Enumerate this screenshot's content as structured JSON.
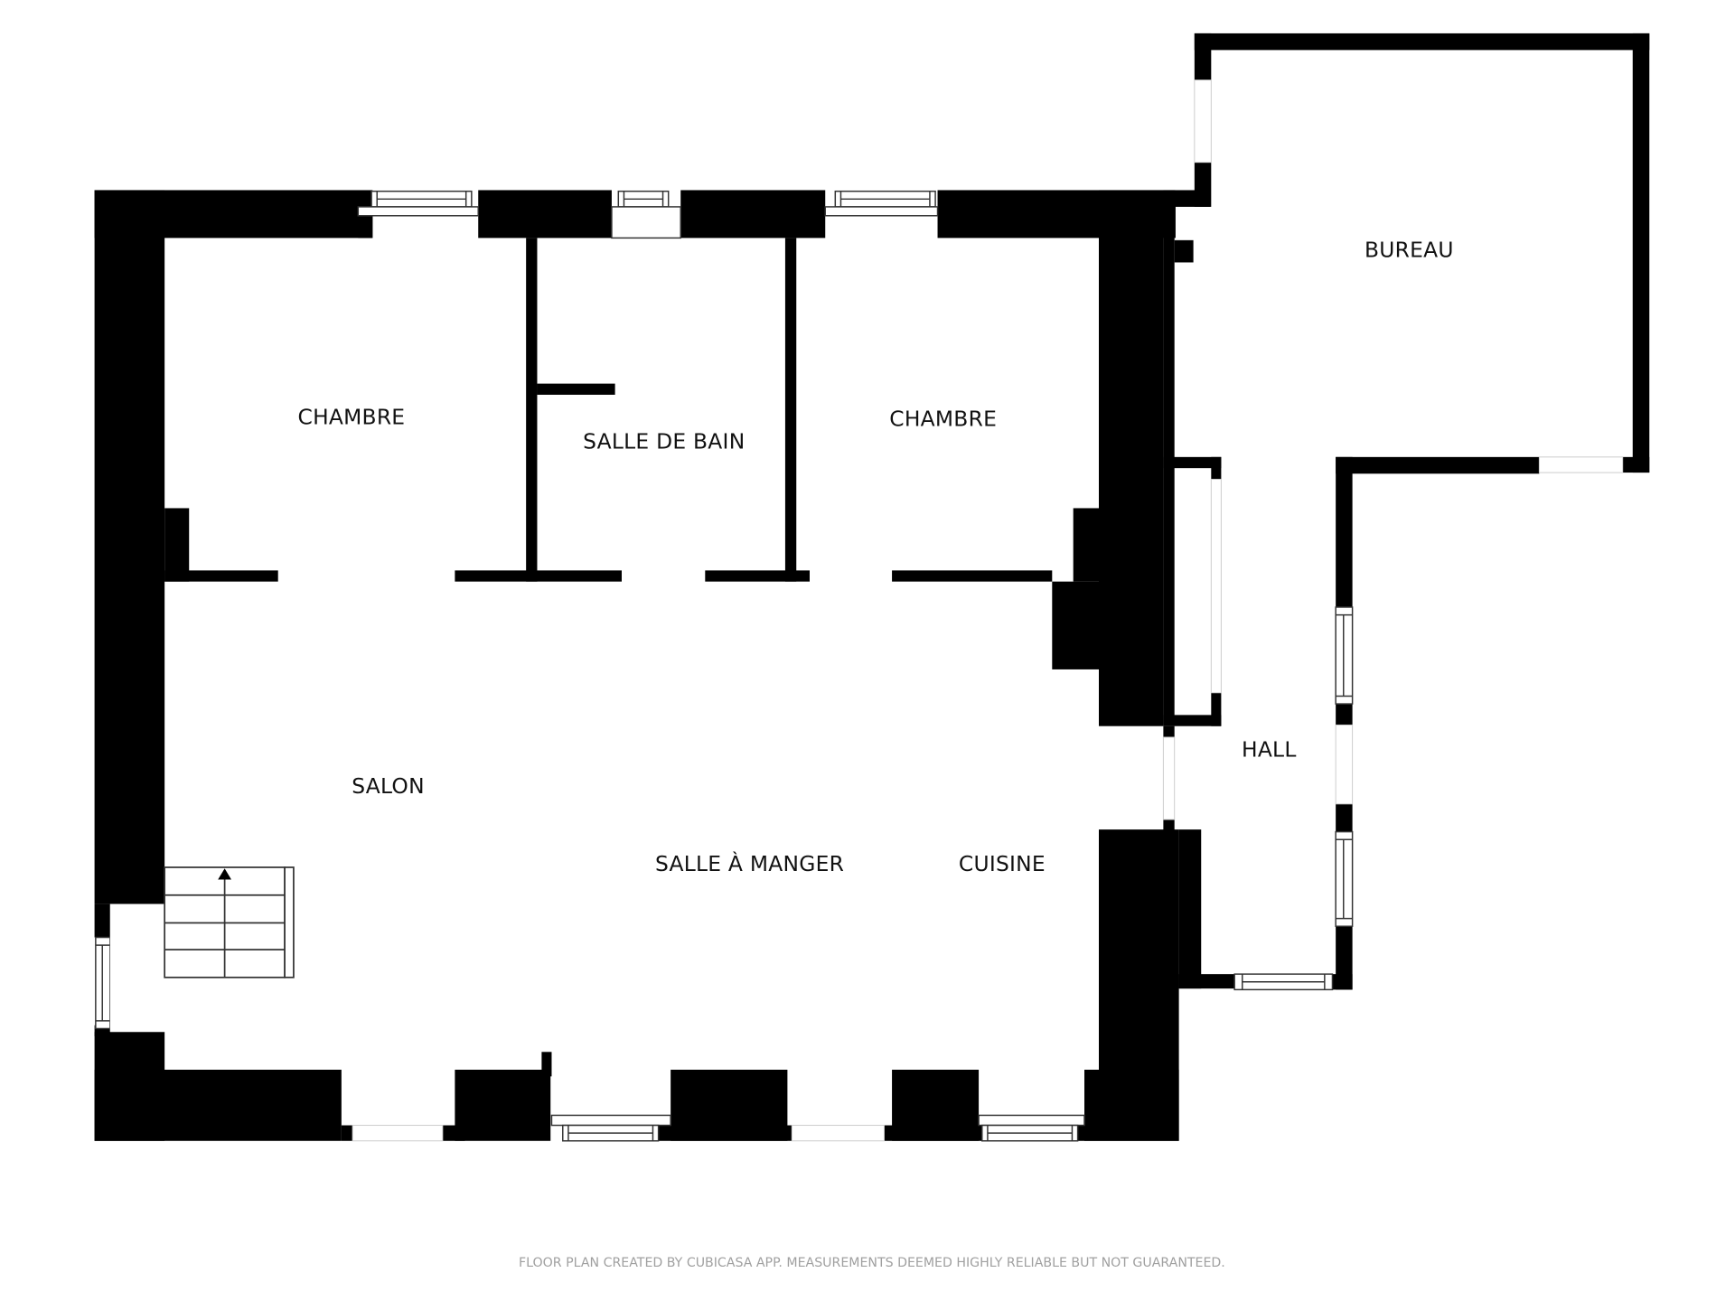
{
  "floorplan": {
    "colors": {
      "wall": "#000000",
      "background": "#ffffff",
      "footer_text": "#a0a0a0"
    },
    "rooms": [
      {
        "id": "chambre-1",
        "label": "CHAMBRE"
      },
      {
        "id": "salle-de-bain",
        "label": "SALLE DE BAIN"
      },
      {
        "id": "chambre-2",
        "label": "CHAMBRE"
      },
      {
        "id": "bureau",
        "label": "BUREAU"
      },
      {
        "id": "salon",
        "label": "SALON"
      },
      {
        "id": "salle-a-manger",
        "label": "SALLE À MANGER"
      },
      {
        "id": "cuisine",
        "label": "CUISINE"
      },
      {
        "id": "hall",
        "label": "HALL"
      }
    ],
    "icons": {
      "stairs": "stairs-up-arrow-icon"
    }
  },
  "footer": {
    "disclaimer": "FLOOR PLAN CREATED BY CUBICASA APP. MEASUREMENTS DEEMED HIGHLY RELIABLE BUT NOT GUARANTEED."
  }
}
